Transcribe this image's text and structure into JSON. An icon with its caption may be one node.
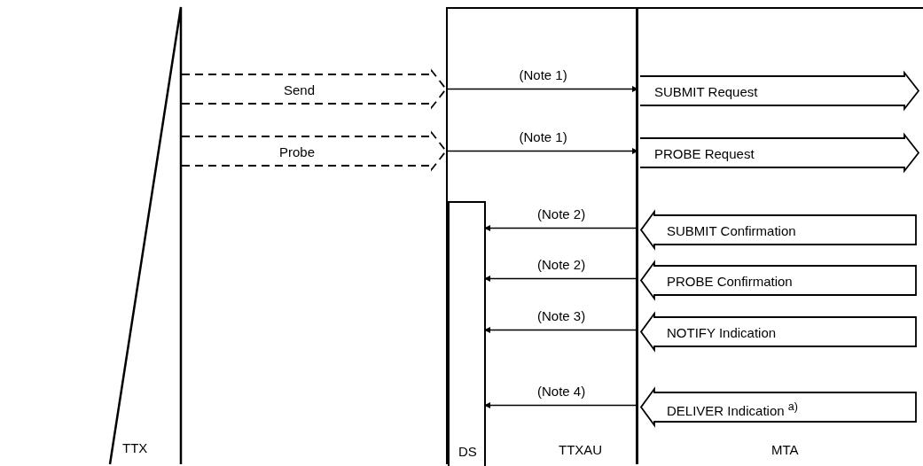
{
  "diagram": {
    "nodes": [
      {
        "text": [
          "TTX"
        ]
      },
      {
        "text": [
          "TTXAU"
        ]
      },
      {
        "text": [
          "DS"
        ],
        "in": 1
      },
      {
        "text": [
          "MTA"
        ]
      },
      {
        "text": [
          "Send"
        ]
      },
      {
        "text": [
          "Probe"
        ]
      },
      {
        "text": [
          "SUBMIT Request"
        ],
        "in": 3
      },
      {
        "text": [
          "PROBE Request"
        ],
        "in": 3
      },
      {
        "text": [
          "SUBMIT Confirmation"
        ],
        "in": 3
      },
      {
        "text": [
          "PROBE Confirmation"
        ],
        "in": 3
      },
      {
        "text": [
          "NOTIFY Indication"
        ],
        "in": 3
      },
      {
        "text": [
          "DELIVER Indication $^{a)}$"
        ],
        "in": 3
      }
    ],
    "edges": [
      {
        "from": 4,
        "to": 6,
        "arrow": "to",
        "label": "(Note 1)"
      },
      {
        "from": 5,
        "to": 7,
        "arrow": "to",
        "label": "(Note 1)"
      },
      {
        "from": 8,
        "to": 2,
        "arrow": "to",
        "label": "(Note 2)"
      },
      {
        "from": 9,
        "to": 2,
        "arrow": "to",
        "label": "(Note 2)"
      },
      {
        "from": 10,
        "to": 2,
        "arrow": "to",
        "label": "(Note 3)"
      },
      {
        "from": 11,
        "to": 2,
        "arrow": "to",
        "label": "(Note 4)"
      }
    ]
  }
}
